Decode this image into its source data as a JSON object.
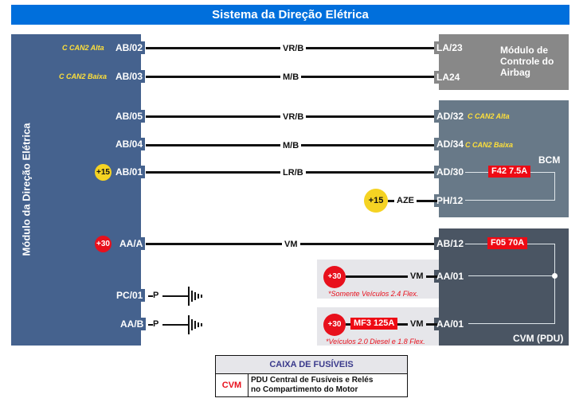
{
  "title": "Sistema da Direção Elétrica",
  "modules": {
    "left": {
      "label": "Módulo da Direção Elétrica",
      "color": "#45628e"
    },
    "airbag": {
      "label_lines": [
        "Módulo de",
        "Controle do",
        "Airbag"
      ],
      "color": "#888888"
    },
    "bcm": {
      "label": "BCM",
      "color": "#687988"
    },
    "cvm": {
      "label": "CVM (PDU)",
      "color": "#4a5563"
    }
  },
  "connections": [
    {
      "from_pin": "AB/02",
      "from_note": "C CAN2 Alta",
      "wire": "VR/B",
      "to_pin": "LA/23"
    },
    {
      "from_pin": "AB/03",
      "from_note": "C CAN2 Baixa",
      "wire": "M/B",
      "to_pin": "LA24"
    },
    {
      "from_pin": "AB/05",
      "wire": "VR/B",
      "to_pin": "AD/32",
      "to_note": "C CAN2 Alta"
    },
    {
      "from_pin": "AB/04",
      "wire": "M/B",
      "to_pin": "AD/34",
      "to_note": "C CAN2 Baixa"
    },
    {
      "from_pin": "AB/01",
      "from_supply": "+15",
      "wire": "LR/B",
      "to_pin": "AD/30"
    },
    {
      "from_pin": "AA/A",
      "from_supply": "+30",
      "wire": "VM",
      "to_pin": "AB/12"
    }
  ],
  "bcm_internal": {
    "fuse": "F42 7.5A",
    "supply": "+15",
    "supply_wire": "AZE",
    "supply_pin": "PH/12"
  },
  "cvm_internal": {
    "fuse": "F05 70A",
    "feeds": [
      {
        "supply": "+30",
        "wire": "VM",
        "pin": "AA/01",
        "note": "*Somente Veículos 2.4 Flex."
      },
      {
        "supply": "+30",
        "fuse": "MF3 125A",
        "wire": "VM",
        "pin": "AA/01",
        "note": "*Veículos 2.0 Diesel e 1.8 Flex."
      }
    ]
  },
  "grounds": [
    {
      "pin": "PC/01",
      "wire": "P"
    },
    {
      "pin": "AA/B",
      "wire": "P"
    }
  ],
  "legend": {
    "header": "CAIXA DE FUSÍVEIS",
    "code": "CVM",
    "description_lines": [
      "PDU Central de Fusíveis e Relés",
      "no Compartimento do Motor"
    ]
  },
  "colors": {
    "title_bar": "#006fdc",
    "fuse": "#ee0a14",
    "supply_15": "#f5d323",
    "supply_30": "#e8101c",
    "can_text": "#ffe03a"
  }
}
